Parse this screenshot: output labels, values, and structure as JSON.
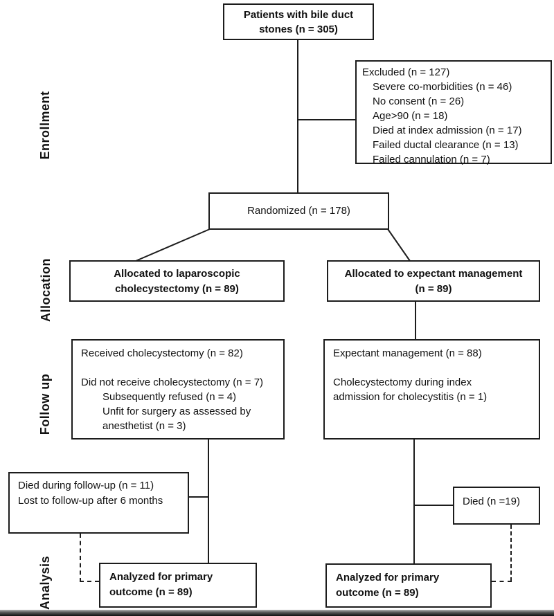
{
  "colors": {
    "ink": "#1c1c1c",
    "background": "#ffffff"
  },
  "stages": {
    "enrollment": "Enrollment",
    "allocation": "Allocation",
    "followup": "Follow up",
    "analysis": "Analysis"
  },
  "boxes": {
    "patients": {
      "line1": "Patients with bile duct",
      "line2": "stones (n = 305)"
    },
    "excluded": {
      "title": "Excluded (n = 127)",
      "items": [
        "Severe co-morbidities (n = 46)",
        "No consent (n = 26)",
        "Age>90 (n = 18)",
        "Died at index admission (n = 17)",
        "Failed ductal clearance (n = 13)",
        "Failed cannulation (n = 7)"
      ]
    },
    "randomized": {
      "line1": "Randomized (n = 178)"
    },
    "alloc_surgery": {
      "line1": "Allocated to laparoscopic",
      "line2": "cholecystectomy (n = 89)"
    },
    "alloc_expectant": {
      "line1": "Allocated to expectant management",
      "line2": "(n = 89)"
    },
    "followup_surgery": {
      "line1": "Received cholecystectomy (n = 82)",
      "line2": "Did not receive cholecystectomy (n = 7)",
      "sub1": "Subsequently refused (n = 4)",
      "sub2": "Unfit for surgery as assessed by",
      "sub3": "anesthetist (n = 3)"
    },
    "followup_expectant": {
      "line1": "Expectant management (n = 88)",
      "line2": "Cholecystectomy during index",
      "line3": "admission for cholecystitis (n = 1)"
    },
    "died_followup": {
      "line1": "Died during follow-up (n = 11)",
      "line2": "Lost to follow-up after 6 months"
    },
    "died_expectant": {
      "line1": "Died (n =19)"
    },
    "analyzed_surgery": {
      "line1": "Analyzed for primary",
      "line2": "outcome (n = 89)"
    },
    "analyzed_expectant": {
      "line1": "Analyzed for primary",
      "line2": "outcome (n = 89)"
    }
  }
}
